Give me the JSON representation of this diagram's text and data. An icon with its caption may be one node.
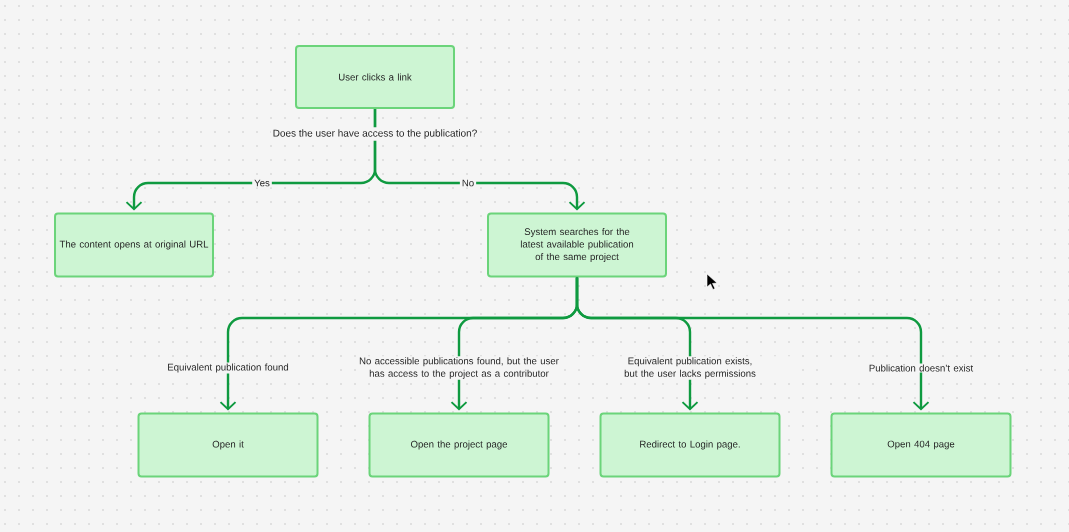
{
  "diagram": {
    "nodes": [
      {
        "text": [
          "User clicks a link"
        ]
      },
      {
        "text": [
          "The content opens at original URL"
        ]
      },
      {
        "text": [
          "System searches for the latest available publication of the same project"
        ]
      },
      {
        "text": [
          "Open it"
        ]
      },
      {
        "text": [
          "Open the project page"
        ]
      },
      {
        "text": [
          "Redirect to Login page."
        ]
      },
      {
        "text": [
          "Open 404 page"
        ]
      }
    ],
    "edges": [
      {
        "from": 0,
        "to": 1,
        "arrow": "to",
        "label": "Yes"
      },
      {
        "from": 0,
        "to": 2,
        "arrow": "to",
        "label": "No"
      },
      {
        "from": 2,
        "to": 3,
        "arrow": "to",
        "label": "Equivalent publication found"
      },
      {
        "from": 2,
        "to": 4,
        "arrow": "to",
        "label": "No accessible publications found, but the user has access to the project as a contributor"
      },
      {
        "from": 2,
        "to": 5,
        "arrow": "to",
        "label": "Equivalent publication exists, but the user lacks permissions"
      },
      {
        "from": 2,
        "to": 6,
        "arrow": "to",
        "label": "Publication doesn’t exist"
      }
    ],
    "labels": [
      "Does the user have access to the publication?"
    ]
  }
}
